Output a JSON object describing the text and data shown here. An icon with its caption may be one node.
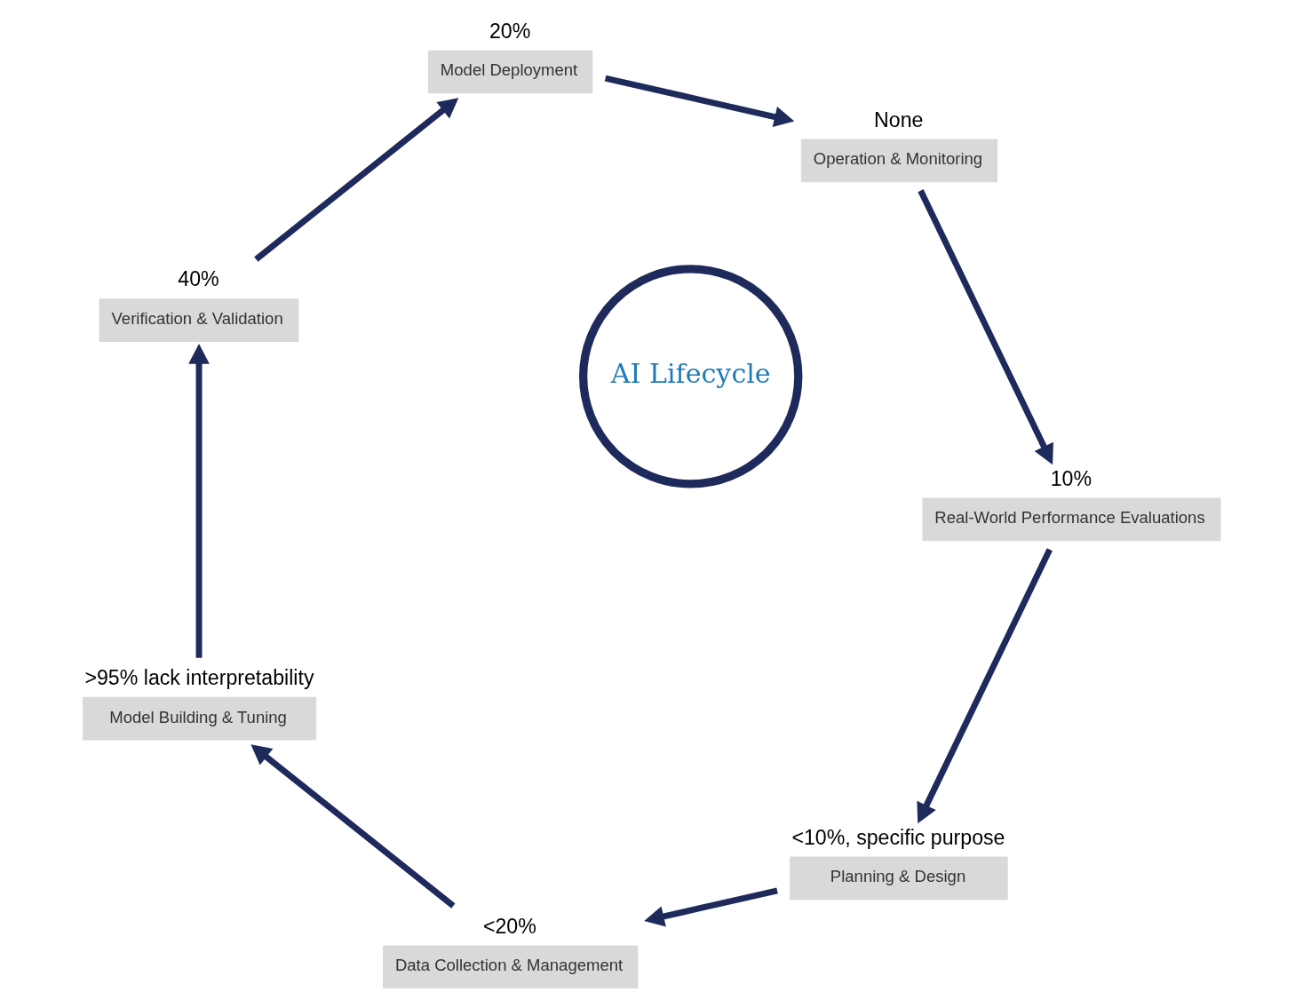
{
  "diagram": {
    "nodes": [
      {
        "text": [
          "AI Lifecycle"
        ]
      },
      {
        "text": [
          "Planning & Design"
        ],
        "beside": [
          "<10%, specific purpose"
        ]
      },
      {
        "text": [
          "Data Collection & Management"
        ],
        "beside": [
          "<20%"
        ]
      },
      {
        "text": [
          "Model Building & Tuning"
        ],
        "beside": [
          ">95% lack interpretability"
        ]
      },
      {
        "text": [
          "Verification & Validation"
        ],
        "beside": [
          "40%"
        ]
      },
      {
        "text": [
          "Model Deployment"
        ],
        "beside": [
          "20%"
        ]
      },
      {
        "text": [
          "Operation & Monitoring"
        ],
        "beside": [
          "None"
        ]
      },
      {
        "text": [
          "Real-World Performance Evaluations"
        ],
        "beside": [
          "10%"
        ]
      }
    ],
    "edges": [
      {
        "from": 1,
        "to": 2,
        "arrow": "to"
      },
      {
        "from": 2,
        "to": 3,
        "arrow": "to"
      },
      {
        "from": 3,
        "to": 4,
        "arrow": "to"
      },
      {
        "from": 4,
        "to": 5,
        "arrow": "to"
      },
      {
        "from": 5,
        "to": 6,
        "arrow": "to"
      },
      {
        "from": 6,
        "to": 7,
        "arrow": "to"
      },
      {
        "from": 7,
        "to": 1,
        "arrow": "to"
      }
    ]
  }
}
